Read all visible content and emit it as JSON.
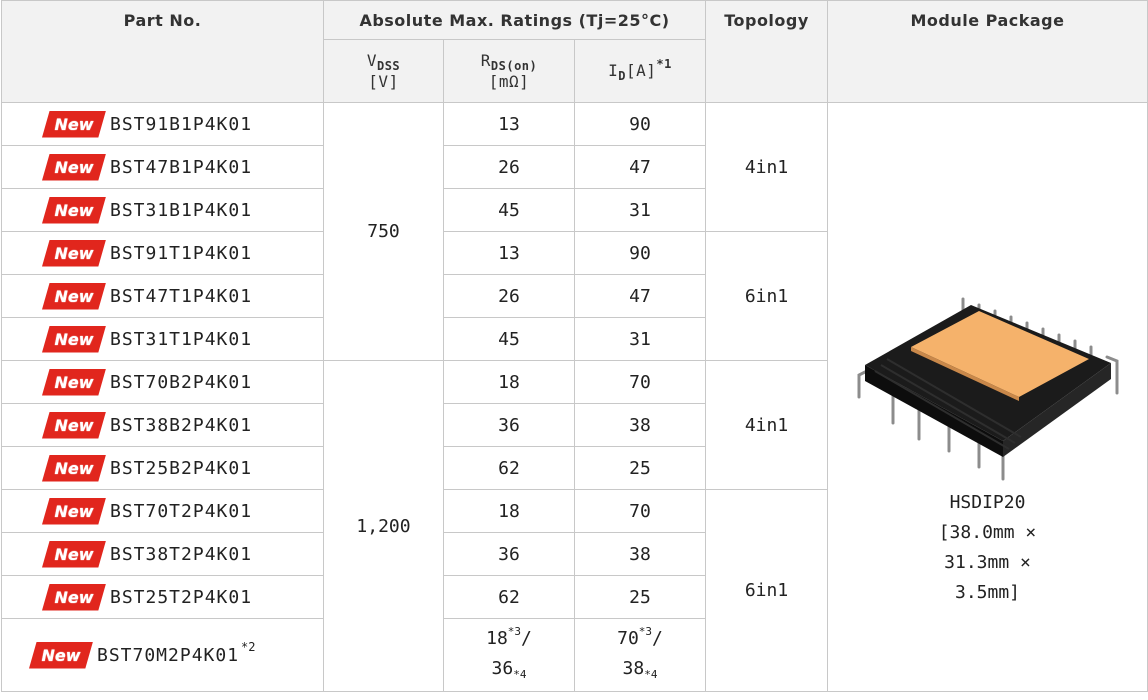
{
  "header": {
    "part_no": "Part No.",
    "abs_max": "Absolute Max. Ratings (Tj=25°C)",
    "topology": "Topology",
    "module_package": "Module Package",
    "vdss_main": "V",
    "vdss_sub": "DSS",
    "vdss_unit": "[V]",
    "rds_main": "R",
    "rds_sub": "DS(on)",
    "rds_unit": "[mΩ]",
    "id_main": "I",
    "id_sub": "D",
    "id_unit": "[A]",
    "id_note": "*1"
  },
  "badge": "New",
  "rows": [
    {
      "part": "BST91B1P4K01",
      "rds": "13",
      "id": "90"
    },
    {
      "part": "BST47B1P4K01",
      "rds": "26",
      "id": "47"
    },
    {
      "part": "BST31B1P4K01",
      "rds": "45",
      "id": "31"
    },
    {
      "part": "BST91T1P4K01",
      "rds": "13",
      "id": "90"
    },
    {
      "part": "BST47T1P4K01",
      "rds": "26",
      "id": "47"
    },
    {
      "part": "BST31T1P4K01",
      "rds": "45",
      "id": "31"
    },
    {
      "part": "BST70B2P4K01",
      "rds": "18",
      "id": "70"
    },
    {
      "part": "BST38B2P4K01",
      "rds": "36",
      "id": "38"
    },
    {
      "part": "BST25B2P4K01",
      "rds": "62",
      "id": "25"
    },
    {
      "part": "BST70T2P4K01",
      "rds": "18",
      "id": "70"
    },
    {
      "part": "BST38T2P4K01",
      "rds": "36",
      "id": "38"
    },
    {
      "part": "BST25T2P4K01",
      "rds": "62",
      "id": "25"
    }
  ],
  "last_row": {
    "part": "BST70M2P4K01",
    "part_note": "*2",
    "rds_a": "18",
    "rds_b": "36",
    "id_a": "70",
    "id_b": "38",
    "note3": "*3",
    "note4": "*4",
    "slash": "/"
  },
  "vdss_groups": [
    "750",
    "1,200"
  ],
  "topology_groups": [
    "4in1",
    "6in1",
    "4in1",
    "6in1"
  ],
  "package": {
    "name": "HSDIP20",
    "dims_line1": "[38.0mm ×",
    "dims_line2": "31.3mm ×",
    "dims_line3": "3.5mm]"
  },
  "colors": {
    "badge": "#e1261d",
    "header_bg": "#f2f2f2",
    "border": "#c8c8c8",
    "module_body": "#1a1a1a",
    "module_pad": "#f5b26b"
  }
}
